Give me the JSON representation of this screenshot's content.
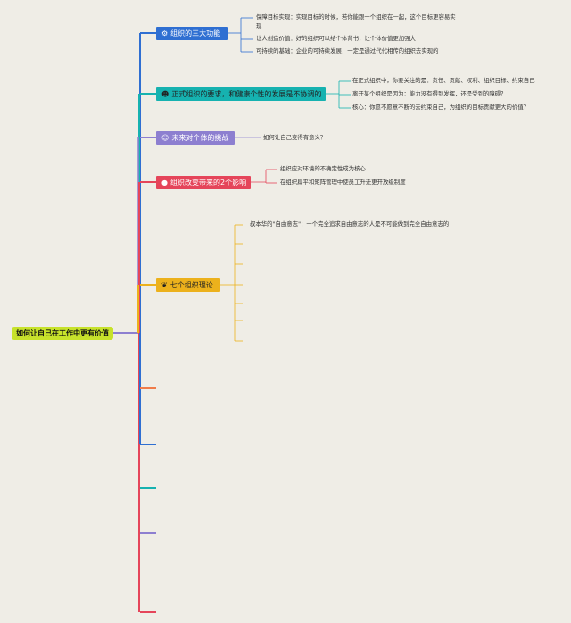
{
  "root": {
    "label": "如何让自己在工作中更有价值",
    "color": "#c7e22b"
  },
  "branches": [
    {
      "key": "functions",
      "label": "组织的三大功能",
      "icon": "gear-icon",
      "color": "#2f6fd2",
      "leaves": [
        "保障目标实现：实现目标的时候，若你能跟一个组织在一起，这个目标更容易实",
        "现",
        "让人创造价值：好的组织可以给个体背书，让个体价值更加强大",
        "可持续的基础：企业的可持续发展，一定是通过代代相传的组织去实现的"
      ]
    },
    {
      "key": "conflict",
      "label": "正式组织的要求，和健康个性的发展是不协调的",
      "icon": "people-icon",
      "color": "#16b2b0",
      "leaves": [
        "在正式组织中，你要关注的是：责任、贡献、权利、组织目标、约束自己",
        "离开某个组织是因为：能力没有得到发挥，还是受到的障碍？",
        "核心：你愿不愿意不断的去约束自己，为组织的目标贡献更大的价值？"
      ]
    },
    {
      "key": "future",
      "label": "未来对个体的挑战",
      "icon": "face-icon",
      "color": "#8d7fd0",
      "leaves": [
        "如何让自己变得有意义？"
      ]
    },
    {
      "key": "change",
      "label": "组织改变带来的2个影响",
      "icon": "globe-icon",
      "color": "#e5455a",
      "leaves": [
        "组织应对环境的不确定性成为核心",
        "在组织扁平和矩阵管理中使员工升迁更开放级制度"
      ]
    },
    {
      "key": "theories",
      "label": "七个组织理论",
      "icon": "leaf-icon",
      "color": "#ecb11c",
      "leaves": [
        "叔本华的\"自由意志\"：一个完全追求自由意志的人是不可能做到完全自由意志的"
      ]
    }
  ],
  "extra_stub_colors": [
    "#f07c4a",
    "#2f6fd2",
    "#16b2b0",
    "#8d7fd0",
    "#e5455a"
  ]
}
